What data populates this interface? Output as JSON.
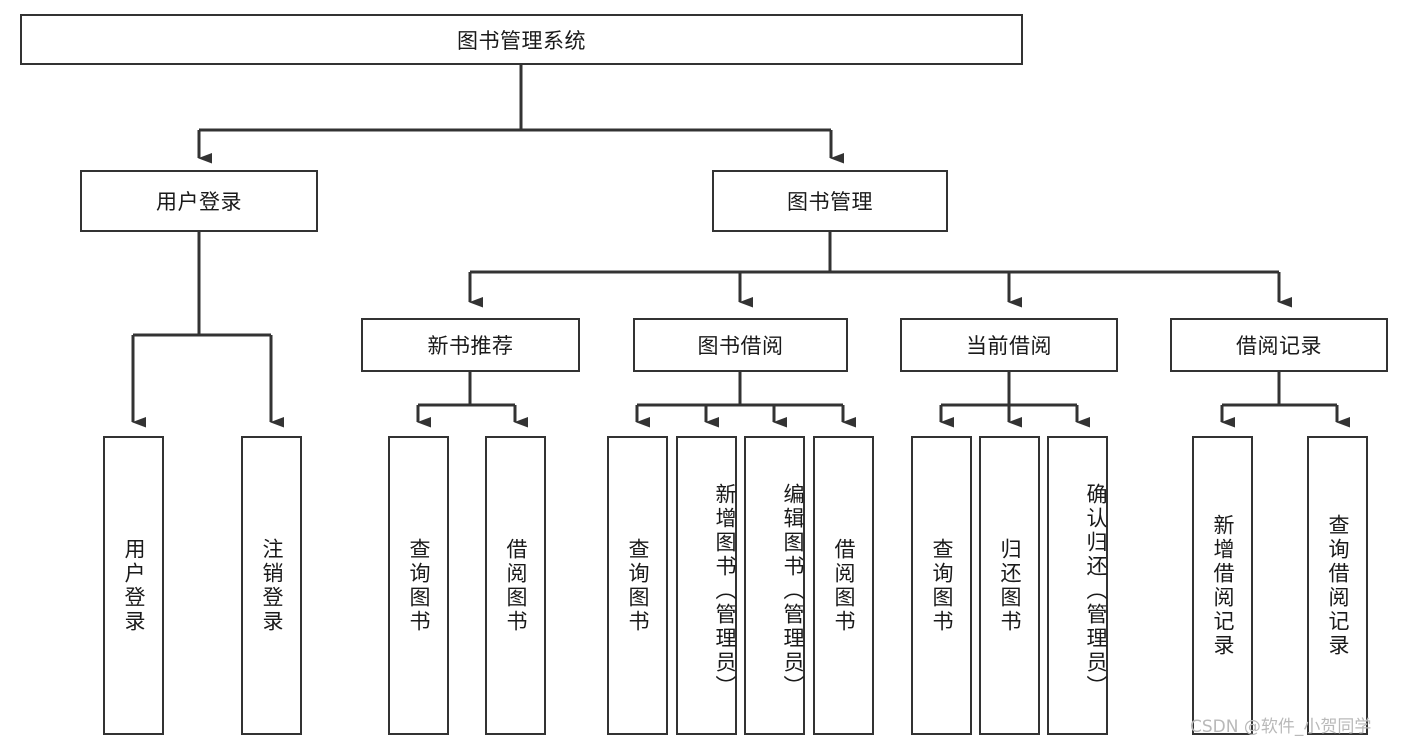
{
  "diagram": {
    "type": "tree-hierarchy-diagram",
    "title": "图书管理系统",
    "colors": {
      "line": "#333333",
      "box_border": "#333333",
      "background": "#ffffff",
      "text": "#1a1a1a",
      "watermark": "#b9b9b9"
    },
    "levels": {
      "level1": {
        "label": "图书管理系统",
        "orientation": "horizontal"
      },
      "level2": [
        {
          "label": "用户登录",
          "orientation": "horizontal"
        },
        {
          "label": "图书管理",
          "orientation": "horizontal"
        }
      ],
      "level3": [
        {
          "label": "新书推荐",
          "orientation": "horizontal"
        },
        {
          "label": "图书借阅",
          "orientation": "horizontal"
        },
        {
          "label": "当前借阅",
          "orientation": "horizontal"
        },
        {
          "label": "借阅记录",
          "orientation": "horizontal"
        }
      ],
      "level4": [
        {
          "label": "用户登录",
          "orientation": "vertical",
          "parent": "用户登录"
        },
        {
          "label": "注销登录",
          "orientation": "vertical",
          "parent": "用户登录"
        },
        {
          "label": "查询图书",
          "orientation": "vertical",
          "parent": "新书推荐"
        },
        {
          "label": "借阅图书",
          "orientation": "vertical",
          "parent": "新书推荐"
        },
        {
          "label": "查询图书",
          "orientation": "vertical",
          "parent": "图书借阅"
        },
        {
          "label": "新增图书（管理员）",
          "orientation": "vertical",
          "parent": "图书借阅"
        },
        {
          "label": "编辑图书（管理员）",
          "orientation": "vertical",
          "parent": "图书借阅"
        },
        {
          "label": "借阅图书",
          "orientation": "vertical",
          "parent": "图书借阅"
        },
        {
          "label": "查询图书",
          "orientation": "vertical",
          "parent": "当前借阅"
        },
        {
          "label": "归还图书",
          "orientation": "vertical",
          "parent": "当前借阅"
        },
        {
          "label": "确认归还（管理员）",
          "orientation": "vertical",
          "parent": "当前借阅"
        },
        {
          "label": "新增借阅记录",
          "orientation": "vertical",
          "parent": "借阅记录"
        },
        {
          "label": "查询借阅记录",
          "orientation": "vertical",
          "parent": "借阅记录"
        }
      ]
    },
    "watermark": "CSDN @软件_小贺同学"
  }
}
